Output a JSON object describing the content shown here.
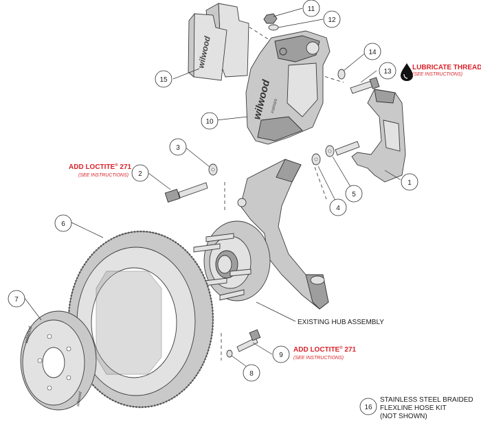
{
  "callouts": [
    {
      "id": "1",
      "label": "1"
    },
    {
      "id": "2",
      "label": "2"
    },
    {
      "id": "3",
      "label": "3"
    },
    {
      "id": "4",
      "label": "4"
    },
    {
      "id": "5",
      "label": "5"
    },
    {
      "id": "6",
      "label": "6"
    },
    {
      "id": "7",
      "label": "7"
    },
    {
      "id": "8",
      "label": "8"
    },
    {
      "id": "9",
      "label": "9"
    },
    {
      "id": "10",
      "label": "10"
    },
    {
      "id": "11",
      "label": "11"
    },
    {
      "id": "12",
      "label": "12"
    },
    {
      "id": "13",
      "label": "13"
    },
    {
      "id": "14",
      "label": "14"
    },
    {
      "id": "15",
      "label": "15"
    },
    {
      "id": "16",
      "label": "16"
    }
  ],
  "notes": {
    "lubricate": {
      "title": "LUBRICATE THREADS",
      "sub": "(SEE INSTRUCTIONS)"
    },
    "loctite_bracket": {
      "title": "ADD LOCTITE",
      "reg": "®",
      "num": " 271",
      "sub": "(SEE INSTRUCTIONS)"
    },
    "loctite_hat": {
      "title": "ADD LOCTITE",
      "reg": "®",
      "num": " 271",
      "sub": "(SEE INSTRUCTIONS)"
    },
    "hub": "EXISTING HUB ASSEMBLY",
    "hose_kit": [
      "STAINLESS STEEL BRAIDED",
      "FLEXLINE HOSE KIT",
      "(NOT SHOWN)"
    ]
  },
  "brand_marks": {
    "caliper": "wilwood",
    "caliper_sub": "FORGED",
    "pad": "wilwood",
    "hat": "wilwood",
    "hat_rim": "wilwood"
  },
  "colors": {
    "accent_red": "#d8232a",
    "line": "#2a2a2a",
    "part_fill": "#c9c9c9"
  },
  "icons": {
    "oil_drop": "oil-drop-icon"
  }
}
